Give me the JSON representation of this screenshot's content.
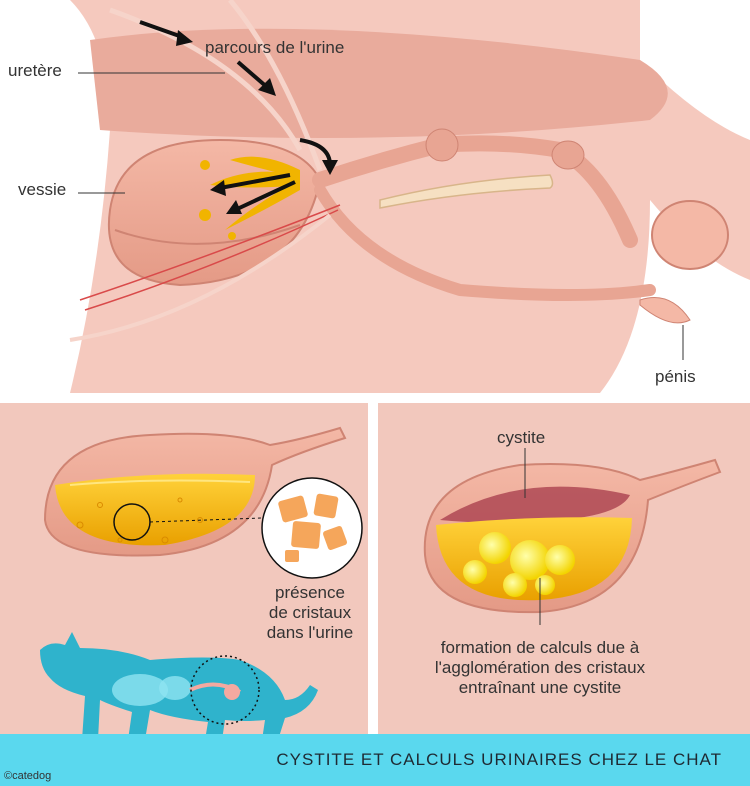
{
  "labels": {
    "ureter": "uretère",
    "urine_path": "parcours de l'urine",
    "bladder": "vessie",
    "penis": "pénis",
    "crystals_line1": "présence",
    "crystals_line2": "de cristaux",
    "crystals_line3": "dans l'urine",
    "cystitis": "cystite",
    "calculi_line1": "formation de calculs due à",
    "calculi_line2": "l'agglomération des cristaux",
    "calculi_line3": "entraînant une cystite"
  },
  "banner": {
    "title": "CYSTITE ET CALCULS URINAIRES CHEZ LE CHAT"
  },
  "copyright": "©catedog",
  "colors": {
    "top_background": "#f5c9be",
    "panel_background": "#f2c8bd",
    "urine": "#f1b400",
    "banner": "#5ad8ee",
    "cat_silhouette": "#2fb3cc",
    "arrow": "#111111"
  }
}
